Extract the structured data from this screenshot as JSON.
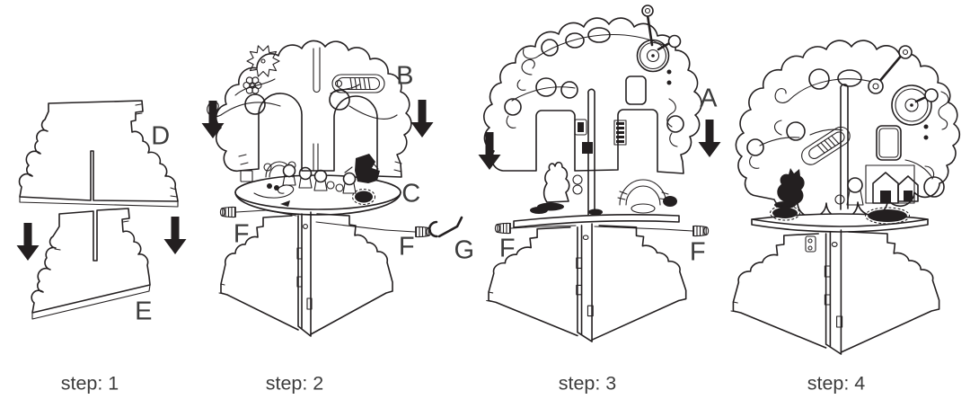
{
  "steps": [
    {
      "caption": "step: 1",
      "part_labels": {
        "upper_panel": "D",
        "lower_panel": "E"
      }
    },
    {
      "caption": "step: 2",
      "part_labels": {
        "tree_top": "B",
        "table_top": "C",
        "left_screw": "F",
        "right_screw": "F",
        "allen_key": "G"
      }
    },
    {
      "caption": "step: 3",
      "part_labels": {
        "tree_top": "A",
        "left_screw": "F",
        "right_screw": "F"
      }
    },
    {
      "caption": "step: 4",
      "part_labels": {}
    }
  ],
  "icons": {
    "down_arrow": "▼"
  },
  "colors": {
    "line": "#231f20",
    "background": "#ffffff",
    "label_text": "#3c3c3c"
  }
}
